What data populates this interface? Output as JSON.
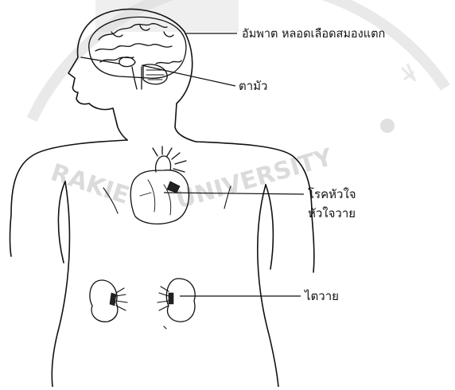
{
  "diagram": {
    "labels": {
      "stroke": "อัมพาต หลอดเลือดสมองแตก",
      "eyes": "ตามัว",
      "heart_1": "โรคหัวใจ",
      "heart_2": "หัวใจวาย",
      "kidney": "ไตวาย"
    },
    "watermark": {
      "arc_text": "RAKIE",
      "arc_text_2": "UNIVERSITY"
    },
    "colors": {
      "line": "#111111",
      "watermark": "#d4d4d4",
      "background": "#ffffff"
    }
  }
}
